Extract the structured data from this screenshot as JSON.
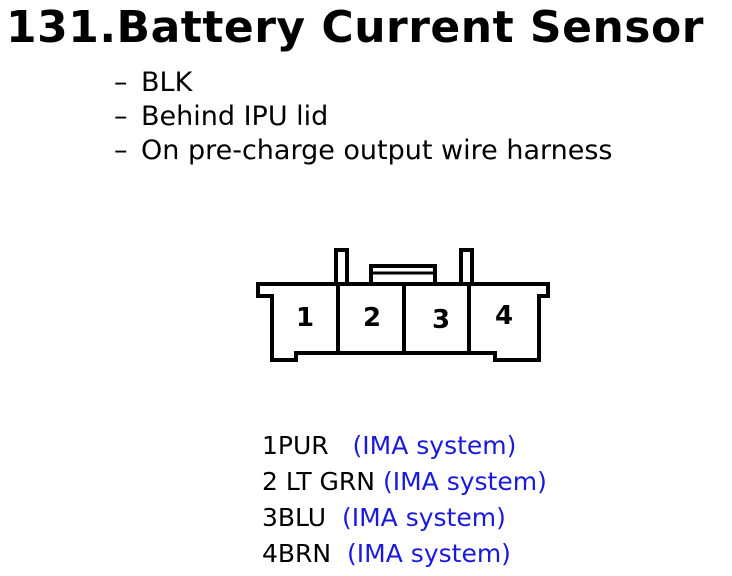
{
  "title": "131.Battery Current Sensor",
  "bullets": [
    "BLK",
    "Behind IPU lid",
    "On pre-charge output wire harness"
  ],
  "bullet_marker": "–",
  "connector": {
    "pin_numbers": [
      "1",
      "2",
      "3",
      "4"
    ]
  },
  "pins": [
    {
      "wire": "1PUR",
      "system": "(IMA system)"
    },
    {
      "wire": "2 LT GRN",
      "system": "(IMA system)"
    },
    {
      "wire": "3BLU",
      "system": "(IMA system)"
    },
    {
      "wire": "4BRN",
      "system": "(IMA system)"
    }
  ],
  "colors": {
    "system_text": "#1a1adc",
    "line": "#000000"
  }
}
